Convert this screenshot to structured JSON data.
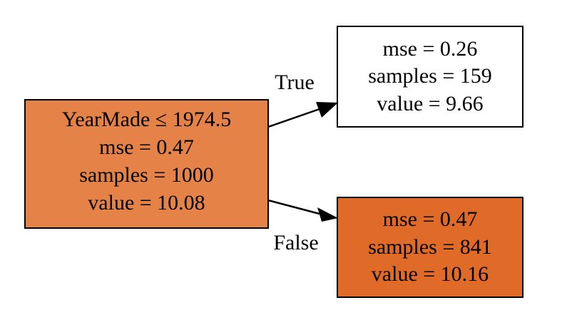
{
  "tree": {
    "root": {
      "lines": [
        "YearMade ≤ 1974.5",
        "mse = 0.47",
        "samples = 1000",
        "value = 10.08"
      ],
      "fill": "#e58247"
    },
    "left": {
      "lines": [
        "mse = 0.26",
        "samples = 159",
        "value = 9.66"
      ],
      "fill": "#ffffff"
    },
    "right": {
      "lines": [
        "mse = 0.47",
        "samples = 841",
        "value = 10.16"
      ],
      "fill": "#e06a28"
    },
    "edges": {
      "true_label": "True",
      "false_label": "False"
    }
  }
}
